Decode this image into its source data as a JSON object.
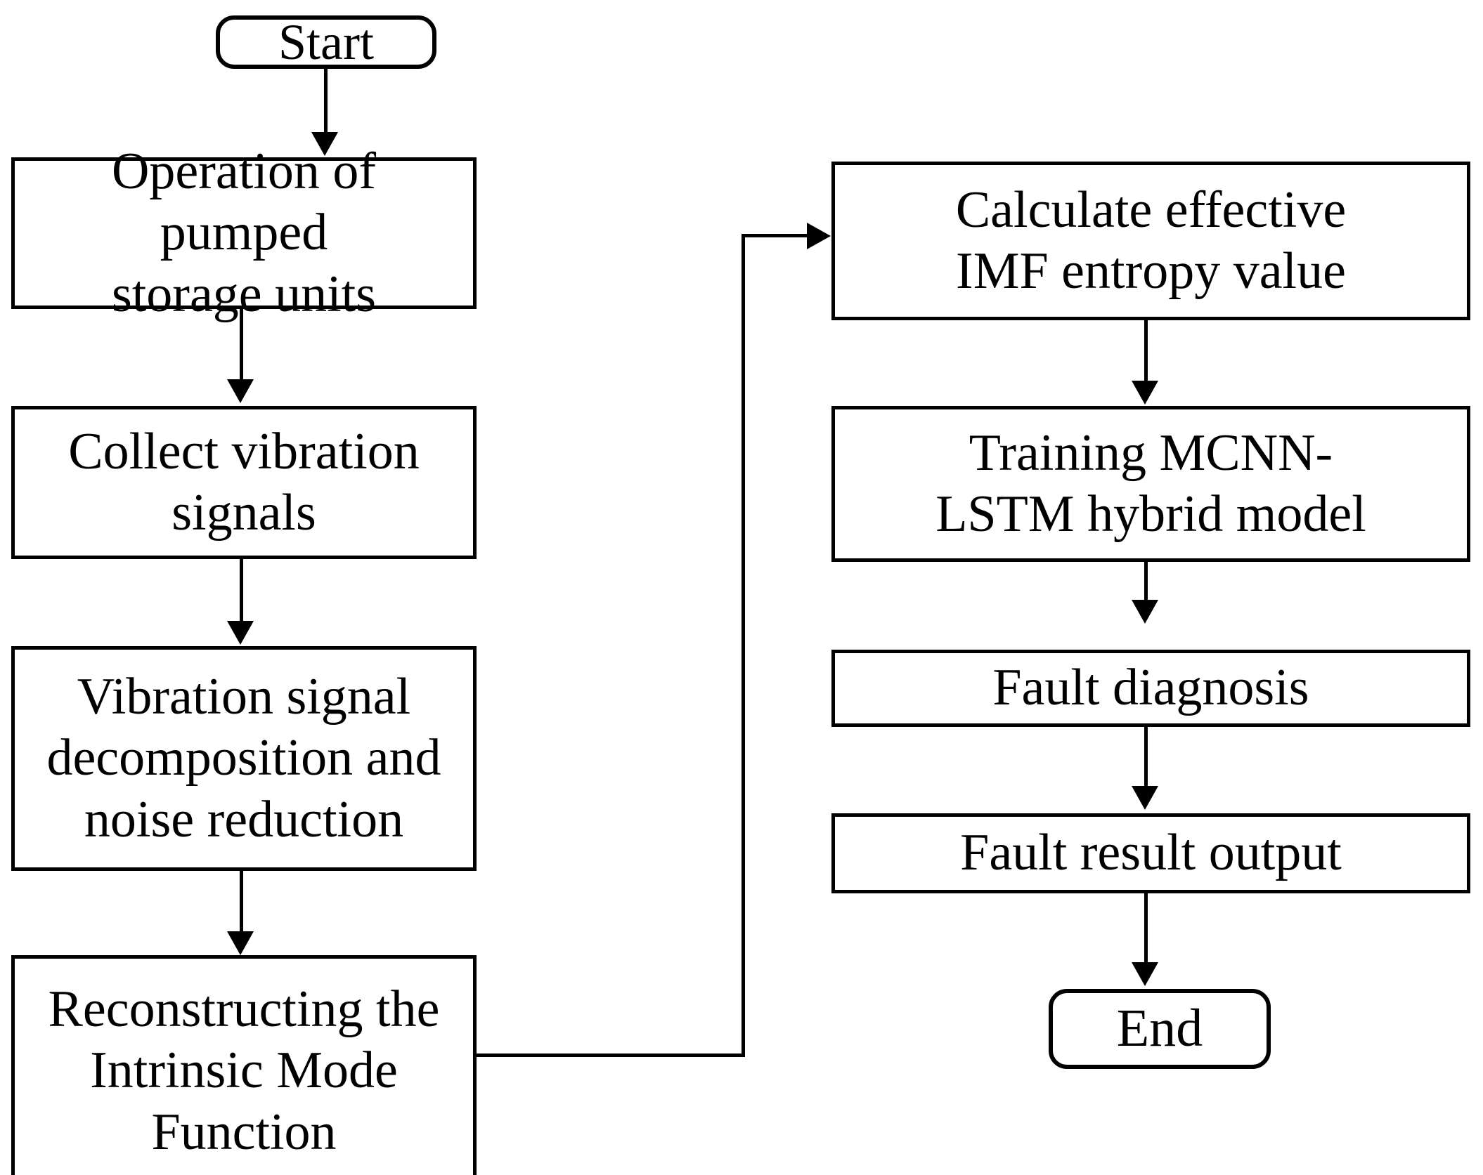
{
  "diagram": {
    "type": "flowchart",
    "title": "Pumped storage unit fault diagnosis flowchart",
    "orientation": "two-column-vertical",
    "line_color": "#000000",
    "fill_color": "#ffffff",
    "nodes": {
      "start": {
        "label": "Start",
        "shape": "rounded-rectangle",
        "column": "left"
      },
      "operation": {
        "label": "Operation of pumped\nstorage units",
        "shape": "rectangle",
        "column": "left"
      },
      "collect": {
        "label": "Collect vibration\nsignals",
        "shape": "rectangle",
        "column": "left"
      },
      "decompose": {
        "label": "Vibration signal\ndecomposition and\nnoise reduction",
        "shape": "rectangle",
        "column": "left"
      },
      "reconstruct": {
        "label": "Reconstructing the\nIntrinsic Mode\nFunction",
        "shape": "rectangle",
        "column": "left"
      },
      "entropy": {
        "label": "Calculate effective\nIMF entropy value",
        "shape": "rectangle",
        "column": "right"
      },
      "training": {
        "label": "Training MCNN-\nLSTM hybrid model",
        "shape": "rectangle",
        "column": "right"
      },
      "diagnosis": {
        "label": "Fault diagnosis",
        "shape": "rectangle",
        "column": "right"
      },
      "result": {
        "label": "Fault result output",
        "shape": "rectangle",
        "column": "right"
      },
      "end": {
        "label": "End",
        "shape": "rounded-rectangle",
        "column": "right"
      }
    },
    "edges": [
      {
        "from": "start",
        "to": "operation",
        "style": "straight-down-arrow"
      },
      {
        "from": "operation",
        "to": "collect",
        "style": "straight-down-arrow"
      },
      {
        "from": "collect",
        "to": "decompose",
        "style": "straight-down-arrow"
      },
      {
        "from": "decompose",
        "to": "reconstruct",
        "style": "straight-down-arrow"
      },
      {
        "from": "reconstruct",
        "to": "entropy",
        "style": "elbow-right-up-arrow"
      },
      {
        "from": "entropy",
        "to": "training",
        "style": "straight-down-arrow"
      },
      {
        "from": "training",
        "to": "diagnosis",
        "style": "straight-down-arrow"
      },
      {
        "from": "diagnosis",
        "to": "result",
        "style": "straight-down-arrow"
      },
      {
        "from": "result",
        "to": "end",
        "style": "straight-down-arrow"
      }
    ]
  }
}
